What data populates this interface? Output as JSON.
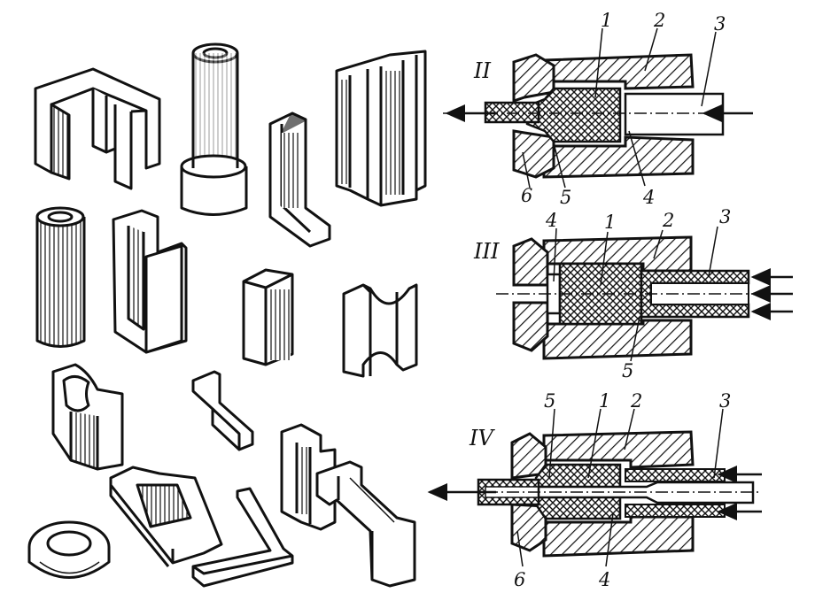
{
  "diagrams": {
    "II": {
      "roman": "II",
      "labels": [
        "1",
        "2",
        "3",
        "4",
        "5",
        "6"
      ]
    },
    "III": {
      "roman": "III",
      "labels": [
        "4",
        "1",
        "2",
        "3",
        "5"
      ]
    },
    "IV": {
      "roman": "IV",
      "labels": [
        "5",
        "1",
        "2",
        "3",
        "6",
        "4"
      ]
    }
  },
  "colors": {
    "ink": "#111111",
    "paper": "#ffffff"
  }
}
